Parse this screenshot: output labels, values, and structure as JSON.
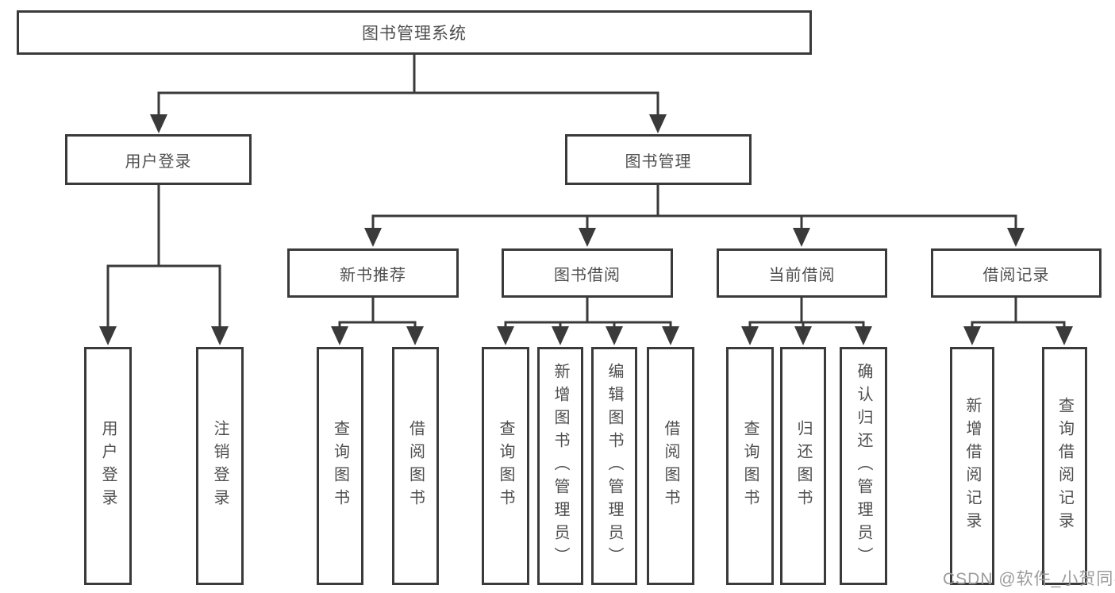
{
  "diagram": {
    "title": "图书管理系统",
    "colors": {
      "line": "#3a3a3a",
      "box_border": "#3a3a3a",
      "text": "#4f4f4f",
      "watermark": "#9c9c9c"
    },
    "tree": {
      "root": {
        "label": "图书管理系统"
      },
      "branches": [
        {
          "label": "用户登录",
          "children": [
            {
              "label": "用户登录"
            },
            {
              "label": "注销登录"
            }
          ]
        },
        {
          "label": "图书管理",
          "children": [
            {
              "label": "新书推荐",
              "children": [
                {
                  "label": "查询图书"
                },
                {
                  "label": "借阅图书"
                }
              ]
            },
            {
              "label": "图书借阅",
              "children": [
                {
                  "label": "查询图书"
                },
                {
                  "label": "新增图书（管理员）"
                },
                {
                  "label": "编辑图书（管理员）"
                },
                {
                  "label": "借阅图书"
                }
              ]
            },
            {
              "label": "当前借阅",
              "children": [
                {
                  "label": "查询图书"
                },
                {
                  "label": "归还图书"
                },
                {
                  "label": "确认归还（管理员）"
                }
              ]
            },
            {
              "label": "借阅记录",
              "children": [
                {
                  "label": "新增借阅记录"
                },
                {
                  "label": "查询借阅记录"
                }
              ]
            }
          ]
        }
      ]
    },
    "watermark": {
      "text": "CSDN @软件_小贺同学"
    }
  }
}
